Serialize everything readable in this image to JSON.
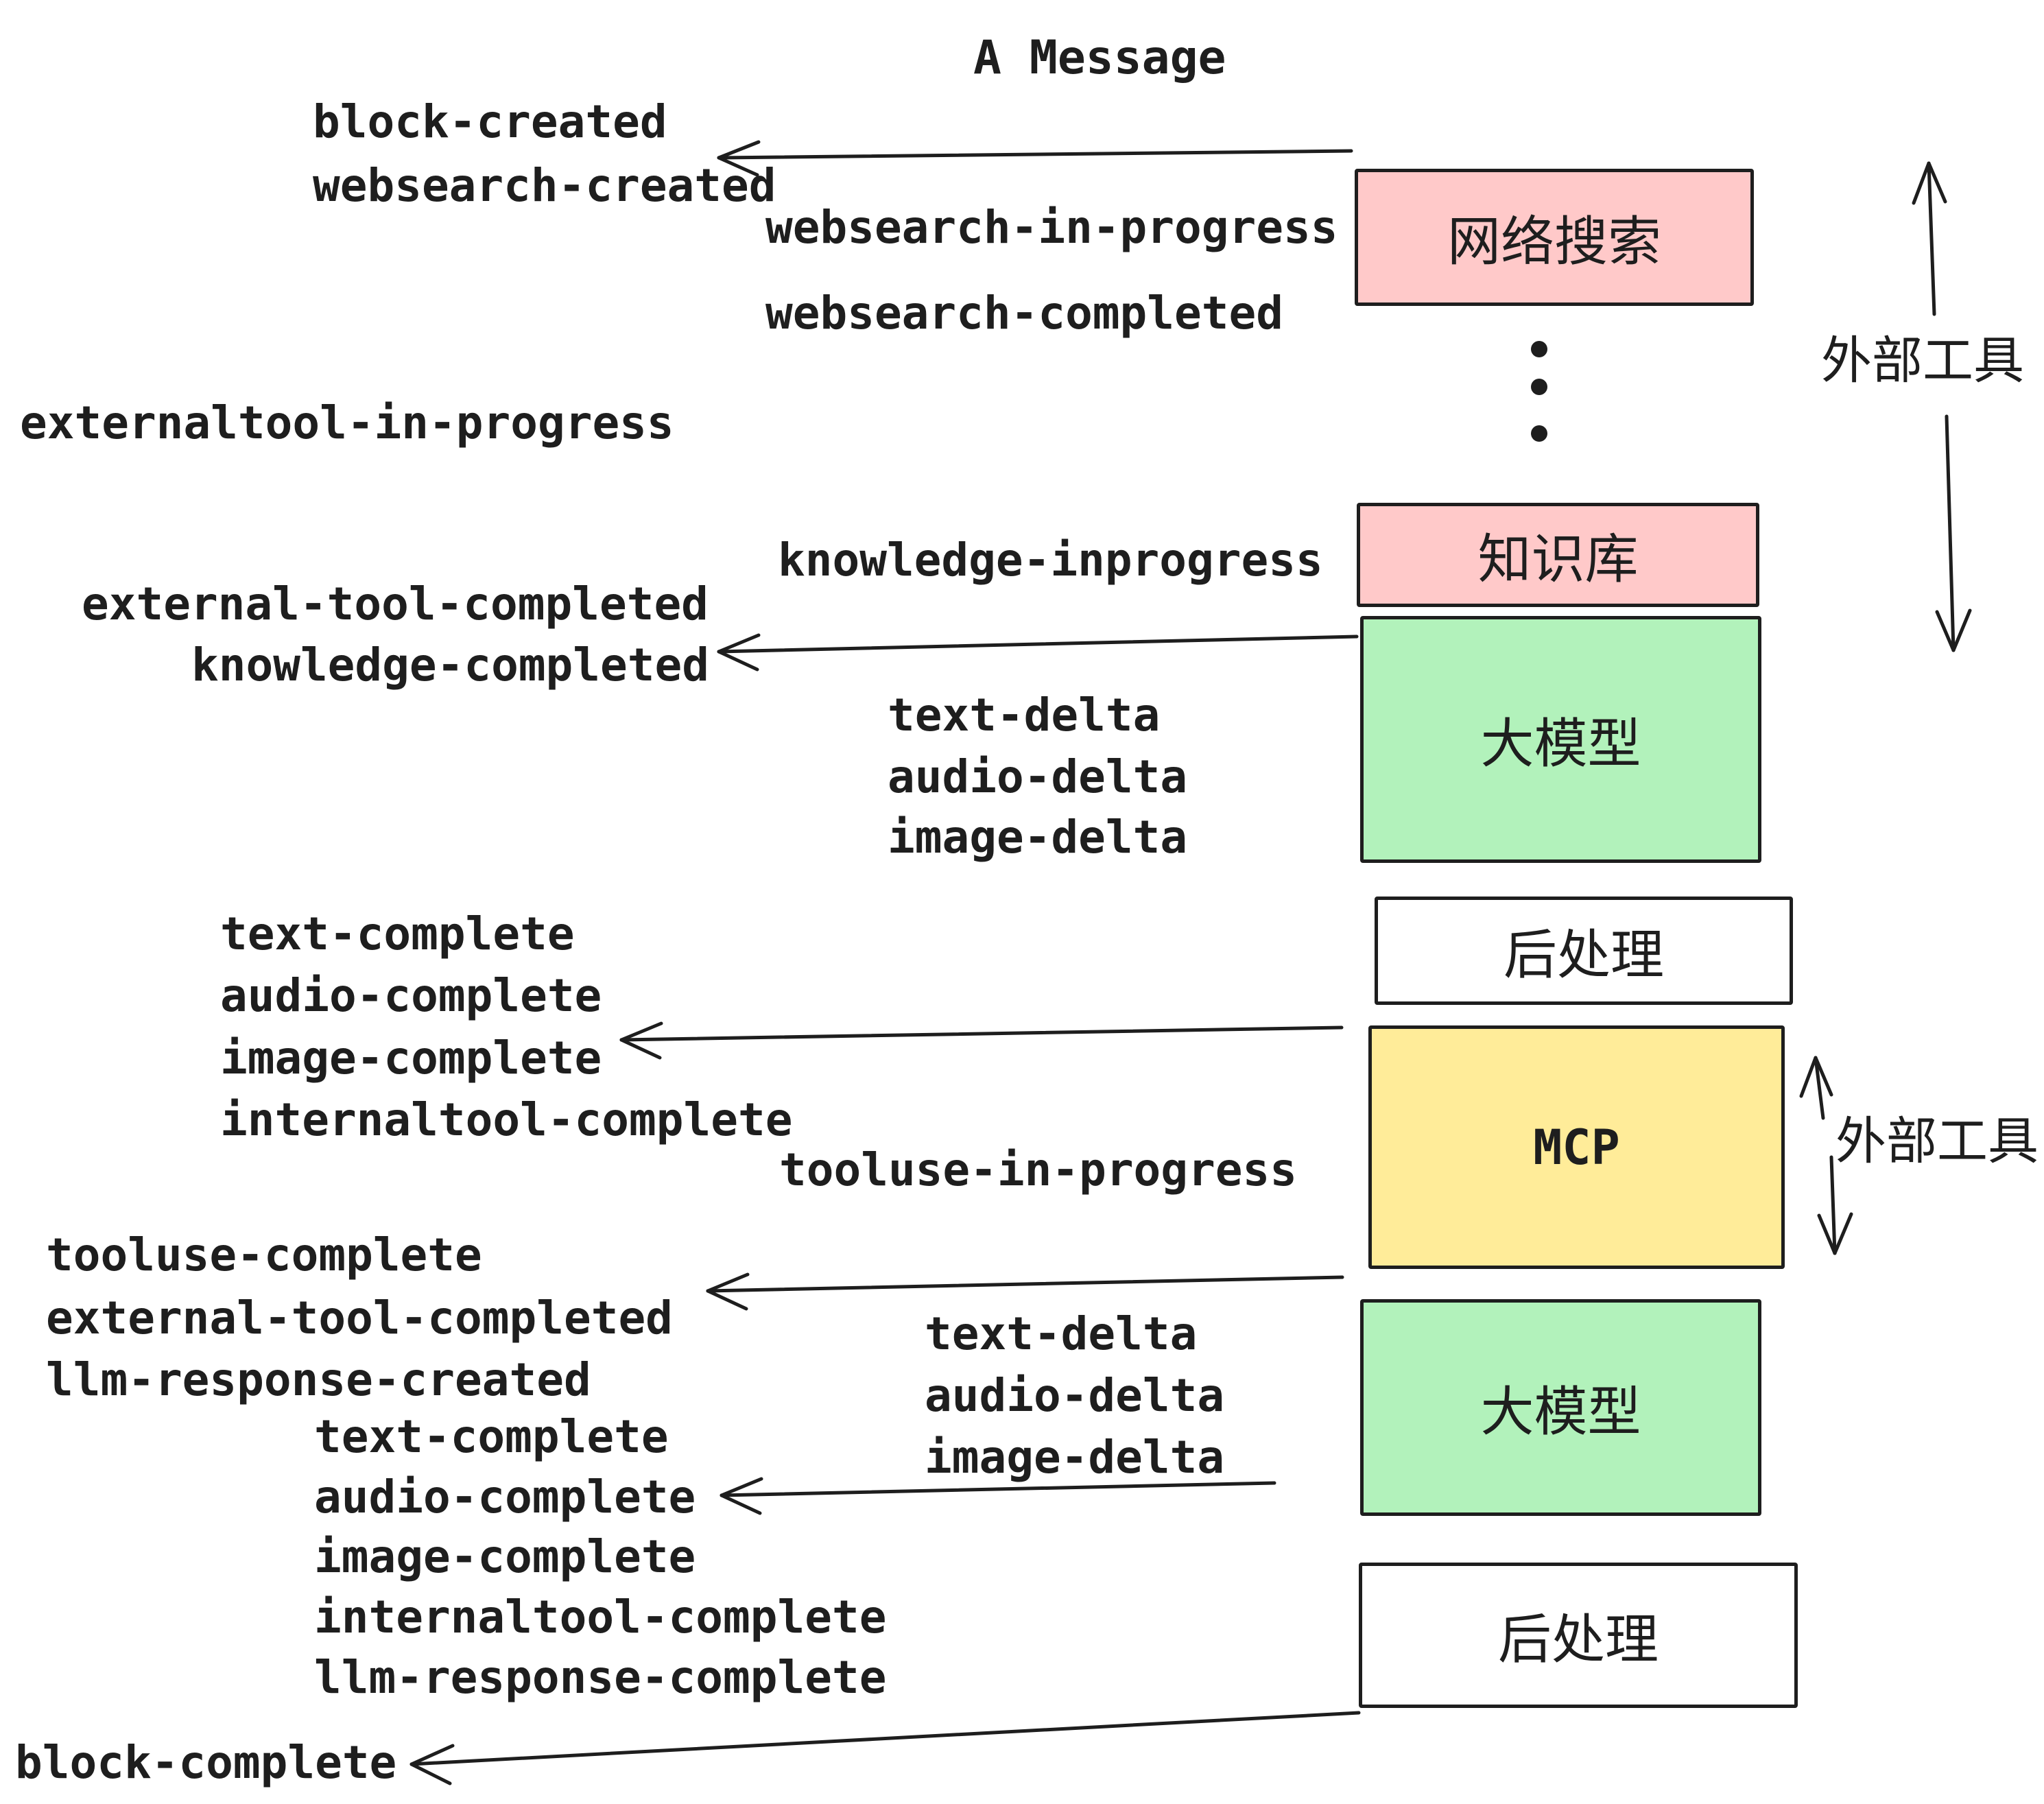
{
  "title": "A Message",
  "colors": {
    "node_pink": "#ffc9c9",
    "node_green": "#b2f2bb",
    "node_yellow": "#ffec99",
    "node_white": "#ffffff",
    "stroke": "#1e1e1e",
    "background": "#ffffff"
  },
  "icons": {
    "arrow_left": "←",
    "arrow_up": "↑",
    "arrow_down": "↓",
    "vertical_ellipsis": "⋮"
  },
  "boxes": {
    "websearch": {
      "label": "网络搜索",
      "fill": "#ffc9c9"
    },
    "knowledge": {
      "label": "知识库",
      "fill": "#ffc9c9"
    },
    "llm_1": {
      "label": "大模型",
      "fill": "#b2f2bb"
    },
    "post_1": {
      "label": "后处理",
      "fill": "#ffffff"
    },
    "mcp": {
      "label": "MCP",
      "fill": "#ffec99"
    },
    "llm_2": {
      "label": "大模型",
      "fill": "#b2f2bb"
    },
    "post_2": {
      "label": "后处理",
      "fill": "#ffffff"
    }
  },
  "annotations": {
    "external_tools_1": "外部工具",
    "external_tools_2": "外部工具"
  },
  "events": {
    "block_created": "block-created",
    "websearch_created": "websearch-created",
    "websearch_in_progress": "websearch-in-progress",
    "websearch_completed": "websearch-completed",
    "externaltool_in_progress": "externaltool-in-progress",
    "knowledge_inprogress": "knowledge-inprogress",
    "external_tool_completed_1": "external-tool-completed",
    "knowledge_completed": "knowledge-completed",
    "text_delta_1": "text-delta",
    "audio_delta_1": "audio-delta",
    "image_delta_1": "image-delta",
    "text_complete_1": "text-complete",
    "audio_complete_1": "audio-complete",
    "image_complete_1": "image-complete",
    "internaltool_complete_1": "internaltool-complete",
    "tooluse_in_progress": "tooluse-in-progress",
    "tooluse_complete": "tooluse-complete",
    "external_tool_completed_2": "external-tool-completed",
    "llm_response_created": "llm-response-created",
    "text_delta_2": "text-delta",
    "audio_delta_2": "audio-delta",
    "image_delta_2": "image-delta",
    "text_complete_2": "text-complete",
    "audio_complete_2": "audio-complete",
    "image_complete_2": "image-complete",
    "internaltool_complete_2": "internaltool-complete",
    "llm_response_complete": "llm-response-complete",
    "block_complete": "block-complete"
  }
}
